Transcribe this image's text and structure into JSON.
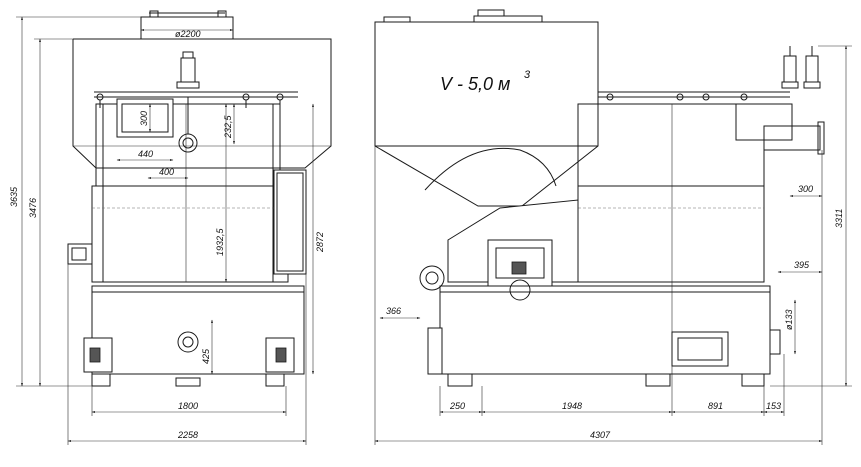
{
  "views": {
    "front": {
      "dims": {
        "d_top": "ø2200",
        "h_total": "3635",
        "h_body": "3476",
        "h_right": "2872",
        "h_inner": "1932,5",
        "h_upper": "232,5",
        "w_window": "440",
        "h_window": "300",
        "w_offset": "400",
        "h_port": "425",
        "w_inner": "1800",
        "w_total": "2258"
      }
    },
    "side": {
      "volume_label": "V - 5,0 м",
      "volume_sup": "3",
      "dims": {
        "w_flange": "300",
        "h_side": "3311",
        "w_top": "395",
        "w_left": "366",
        "d_nozzle": "ø133",
        "seg_1": "250",
        "seg_2": "1948",
        "seg_3": "891",
        "seg_4": "153",
        "w_total": "4307"
      }
    }
  }
}
